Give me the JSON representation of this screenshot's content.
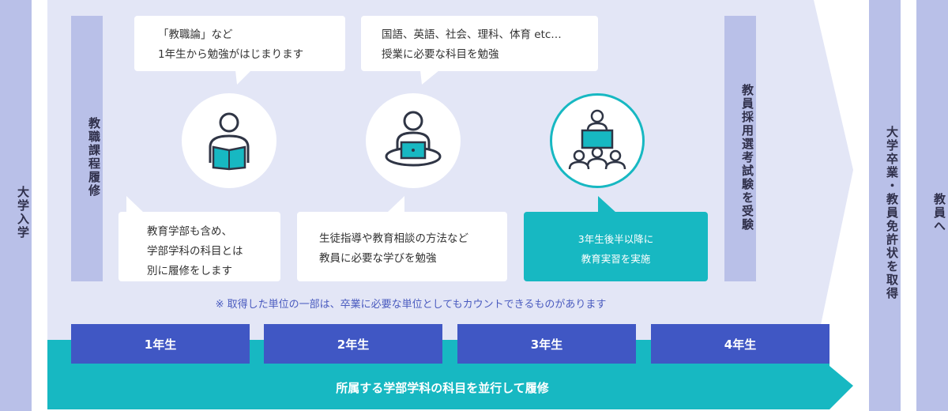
{
  "left_bar": "大学入学",
  "inner_left_bar": "教職課程履修",
  "inner_right_bar": "教員採用選考試験を受験",
  "right_bar_1": "大学卒業・教員免許状を取得",
  "right_bar_2": "教員へ",
  "top_bubbles": [
    {
      "lines": [
        "「教職論」など",
        "1年生から勉強がはじまります"
      ]
    },
    {
      "lines": [
        "国語、英語、社会、理科、体育 etc…",
        "授業に必要な科目を勉強"
      ]
    }
  ],
  "bottom_bubbles": [
    {
      "lines": [
        "教育学部も含め、",
        "学部学科の科目とは",
        "別に履修をします"
      ]
    },
    {
      "lines": [
        "生徒指導や教育相談の方法など",
        "教員に必要な学びを勉強"
      ]
    },
    {
      "lines": [
        "3年生後半以降に",
        "教育実習を実施"
      ]
    }
  ],
  "icons": [
    "reading-person-icon",
    "laptop-person-icon",
    "teaching-class-icon"
  ],
  "note": "※ 取得した単位の一部は、卒業に必要な単位としてもカウントできるものがあります",
  "years": [
    "1年生",
    "2年生",
    "3年生",
    "4年生"
  ],
  "bottom_arrow": "所属する学部学科の科目を並行して履修",
  "colors": {
    "bar": "#b9c0e8",
    "main_bg": "#e3e6f6",
    "navy": "#4057c4",
    "teal": "#17b8c2",
    "dark_text": "#2f2f4a",
    "icon": "#2f3545"
  }
}
